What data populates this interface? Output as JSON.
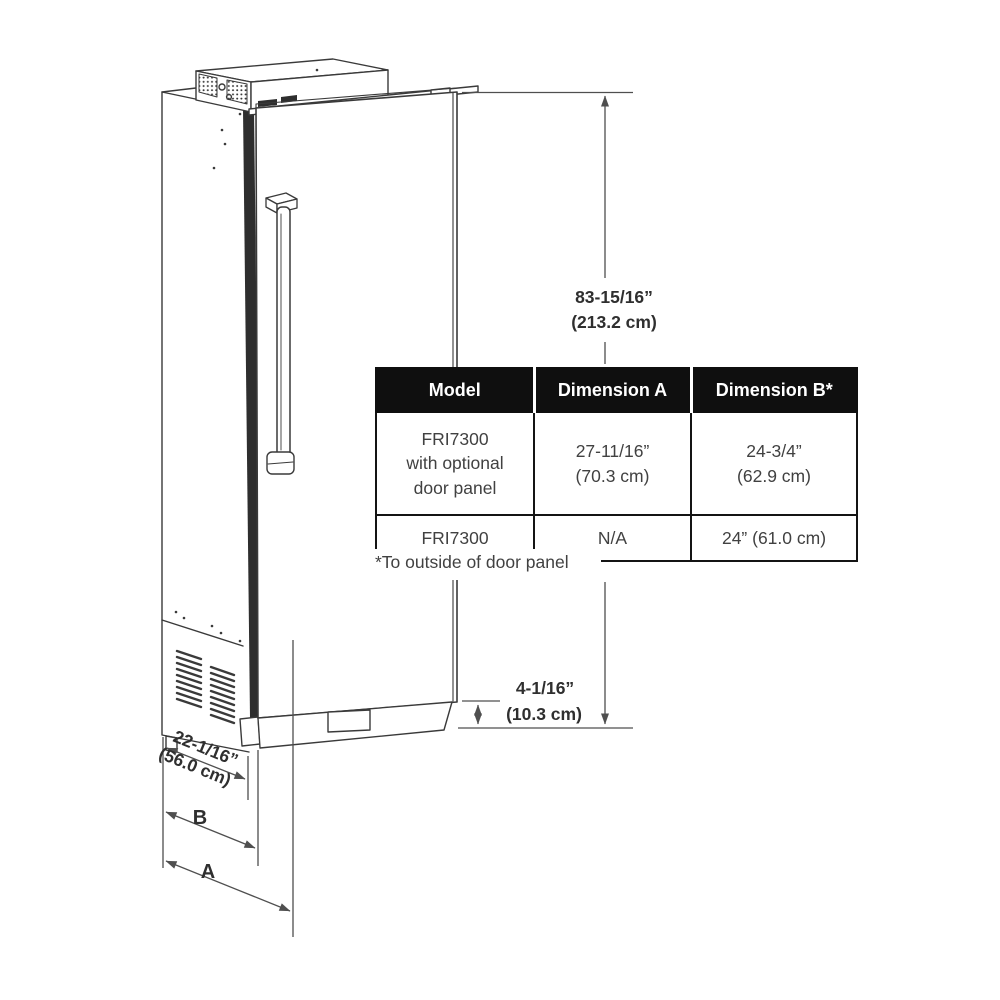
{
  "drawing": {
    "subject": "built-in refrigerator column, isometric line drawing",
    "dim_height": [
      "83-15/16”",
      "(213.2 cm)"
    ],
    "dim_toe_kick": [
      "4-1/16”",
      "(10.3 cm)"
    ],
    "dim_depth": [
      "22-1/16”",
      "(56.0 cm)"
    ],
    "label_dim_b": "B",
    "label_dim_a": "A"
  },
  "spec_table": {
    "headers": [
      "Model",
      "Dimension A",
      "Dimension B*"
    ],
    "rows": [
      {
        "model": [
          "FRI7300",
          "with optional",
          "door panel"
        ],
        "dim_a": [
          "27-11/16”",
          "(70.3 cm)"
        ],
        "dim_b": [
          "24-3/4”",
          "(62.9 cm)"
        ]
      },
      {
        "model": "FRI7300",
        "dim_a": "N/A",
        "dim_b": "24” (61.0 cm)"
      }
    ],
    "footnote": "*To outside of door panel"
  },
  "colors": {
    "drawing_line": "#3a3a3a",
    "dimension_line": "#4f4f4f",
    "text": "#2f2f2f",
    "table_header_bg": "#0f0f0f",
    "table_header_text": "#ffffff",
    "table_body_text": "#414141",
    "table_border": "#141414"
  }
}
